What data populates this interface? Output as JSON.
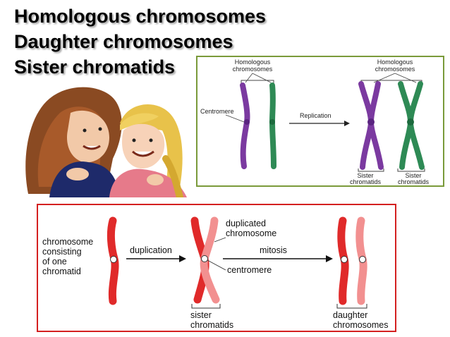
{
  "titles": {
    "line1": "Homologous chromosomes",
    "line2": "Daughter chromosomes",
    "line3": "Sister chromatids"
  },
  "top_diagram": {
    "homologous_label_left": [
      "Homologous",
      "chromosomes"
    ],
    "homologous_label_right": [
      "Homologous",
      "chromosomes"
    ],
    "centromere_label": "Centromere",
    "replication_label": "Replication",
    "sister_chromatids_left": [
      "Sister",
      "chromatids"
    ],
    "sister_chromatids_right": [
      "Sister",
      "chromatids"
    ],
    "colors": {
      "purple": "#7b3aa0",
      "green": "#2e8a55"
    }
  },
  "bottom_diagram": {
    "chromosome_label": [
      "chromosome",
      "consisting",
      "of one",
      "chromatid"
    ],
    "duplication_label": "duplication",
    "duplicated_label": [
      "duplicated",
      "chromosome"
    ],
    "mitosis_label": "mitosis",
    "centromere_label": "centromere",
    "sister_label": [
      "sister",
      "chromatids"
    ],
    "daughter_label": [
      "daughter",
      "chromosomes"
    ],
    "colors": {
      "red": "#e02a2a",
      "light_red": "#f29090"
    }
  },
  "photo": {
    "description_icon": "mother-daughter-illustration"
  }
}
